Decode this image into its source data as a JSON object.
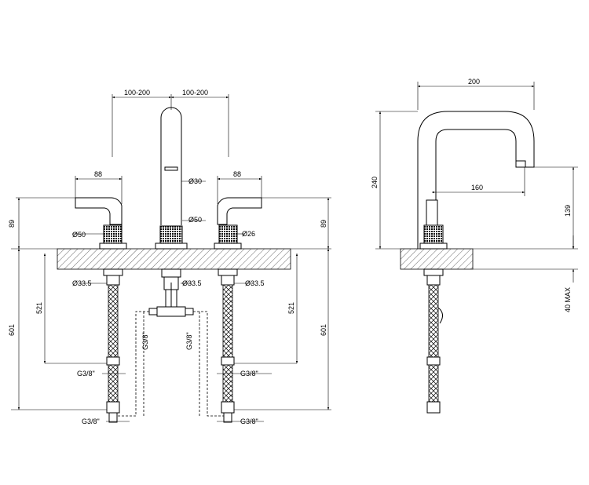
{
  "dimensions": {
    "spacing_left": "100-200",
    "spacing_right": "100-200",
    "handle_left_width": "88",
    "handle_right_width": "88",
    "spout_diameter": "Ø30",
    "spout_base_diameter": "Ø50",
    "handle_base_diameter": "Ø50",
    "handle_stem_diameter": "Ø26",
    "shank_left": "Ø33.5",
    "shank_center": "Ø33.5",
    "shank_right": "Ø33.5",
    "height_left": "89",
    "height_right": "89",
    "hose_left_inner": "521",
    "hose_right_inner": "521",
    "total_left": "601",
    "total_right": "601",
    "thread_left_upper": "G3/8\"",
    "thread_right_upper": "G3/8\"",
    "thread_left_lower": "G3/8\"",
    "thread_right_lower": "G3/8\"",
    "thread_tee_left": "G3/8\"",
    "thread_tee_right": "G3/8\"",
    "side_reach": "200",
    "side_height": "240",
    "side_spout_reach": "160",
    "side_spout_clearance": "139",
    "side_deck_max": "40 MAX"
  }
}
